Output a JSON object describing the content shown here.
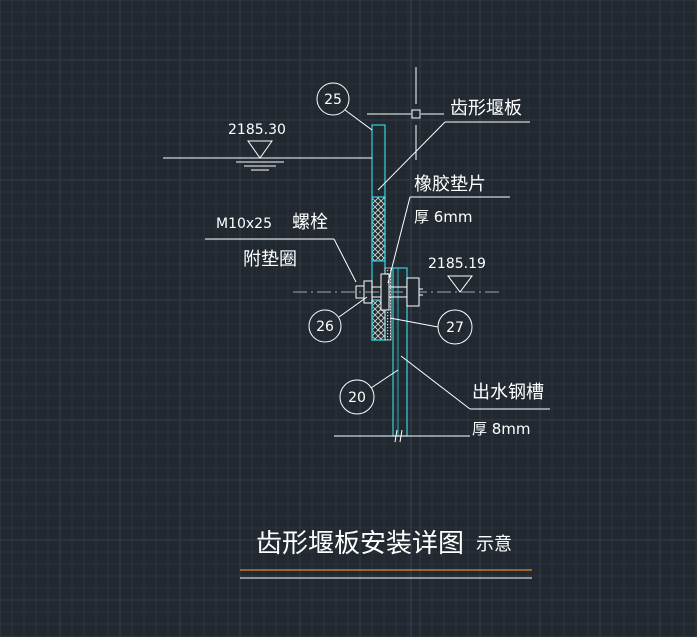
{
  "colors": {
    "background": "#212830",
    "cyan": "#2fd3dc",
    "white": "#ffffff",
    "orange": "#e08a2a",
    "hatch": "#d8d8d8"
  },
  "labels": {
    "weir_plate": "齿形堰板",
    "rubber_pad": "橡胶垫片",
    "thickness_6": "厚 6mm",
    "bolt_spec": "M10x25",
    "bolt": "螺栓",
    "washer": "附垫圈",
    "outlet_trough": "出水钢槽",
    "thickness_8": "厚 8mm"
  },
  "elevations": {
    "water_level": "2185.30",
    "crest_level": "2185.19"
  },
  "callouts": {
    "c25": "25",
    "c26": "26",
    "c27": "27",
    "c20": "20"
  },
  "title": {
    "main": "齿形堰板安装详图",
    "sub": "示意"
  }
}
